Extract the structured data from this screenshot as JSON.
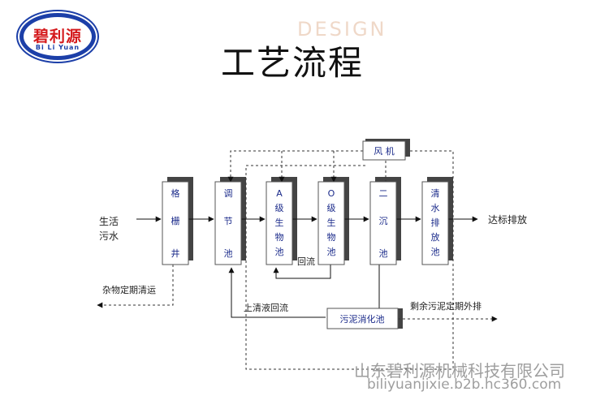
{
  "logo": {
    "chinese": "碧利源",
    "english": "Bi Li Yuan"
  },
  "header": {
    "watermark": "DESIGN",
    "title": "工艺流程"
  },
  "diagram": {
    "input_label": [
      "生活",
      "污水"
    ],
    "output_label": "达标排放",
    "units": {
      "grid_well": [
        "格",
        "栅",
        "井"
      ],
      "equalization_tank": [
        "调",
        "节",
        "池"
      ],
      "a_tank": [
        "A",
        "级",
        "生",
        "物",
        "池"
      ],
      "o_tank": [
        "O",
        "级",
        "生",
        "物",
        "池"
      ],
      "secondary_clarifier": [
        "二",
        "沉",
        "池"
      ],
      "clear_water_tank": [
        "清",
        "水",
        "排",
        "放",
        "池"
      ],
      "blower": "风 机",
      "sludge_digestion_tank": "污泥消化池"
    },
    "flow_labels": {
      "reflux": "回流",
      "debris": "杂物定期清运",
      "supernatant_return": "上清液回流",
      "excess_sludge": "剩余污泥定期外排"
    }
  },
  "footer": {
    "company": "山东碧利源机械科技有限公司",
    "url": "biliyuanjixie.b2b.hc360.com"
  }
}
